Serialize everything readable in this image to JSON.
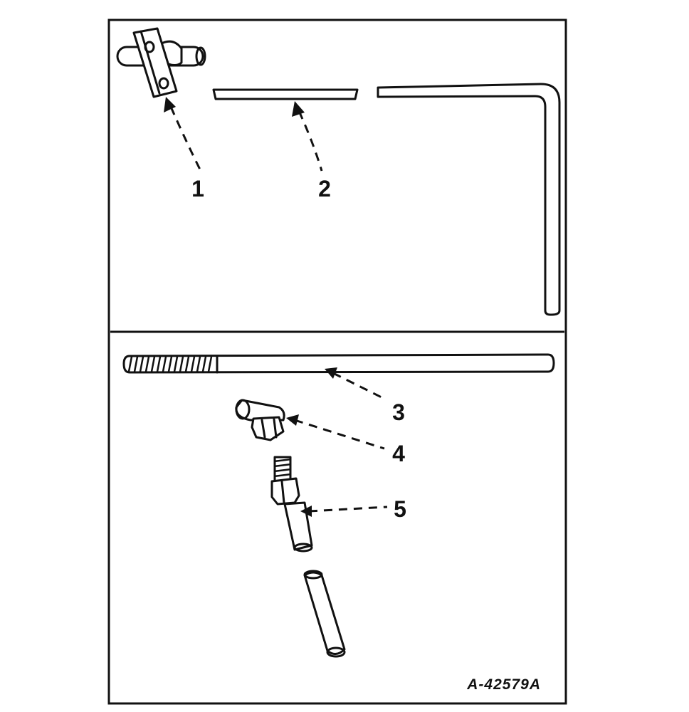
{
  "callouts": [
    {
      "id": "callout-1",
      "label": "1"
    },
    {
      "id": "callout-2",
      "label": "2"
    },
    {
      "id": "callout-3",
      "label": "3"
    },
    {
      "id": "callout-4",
      "label": "4"
    },
    {
      "id": "callout-5",
      "label": "5"
    }
  ],
  "figure_id": "A-42579A"
}
